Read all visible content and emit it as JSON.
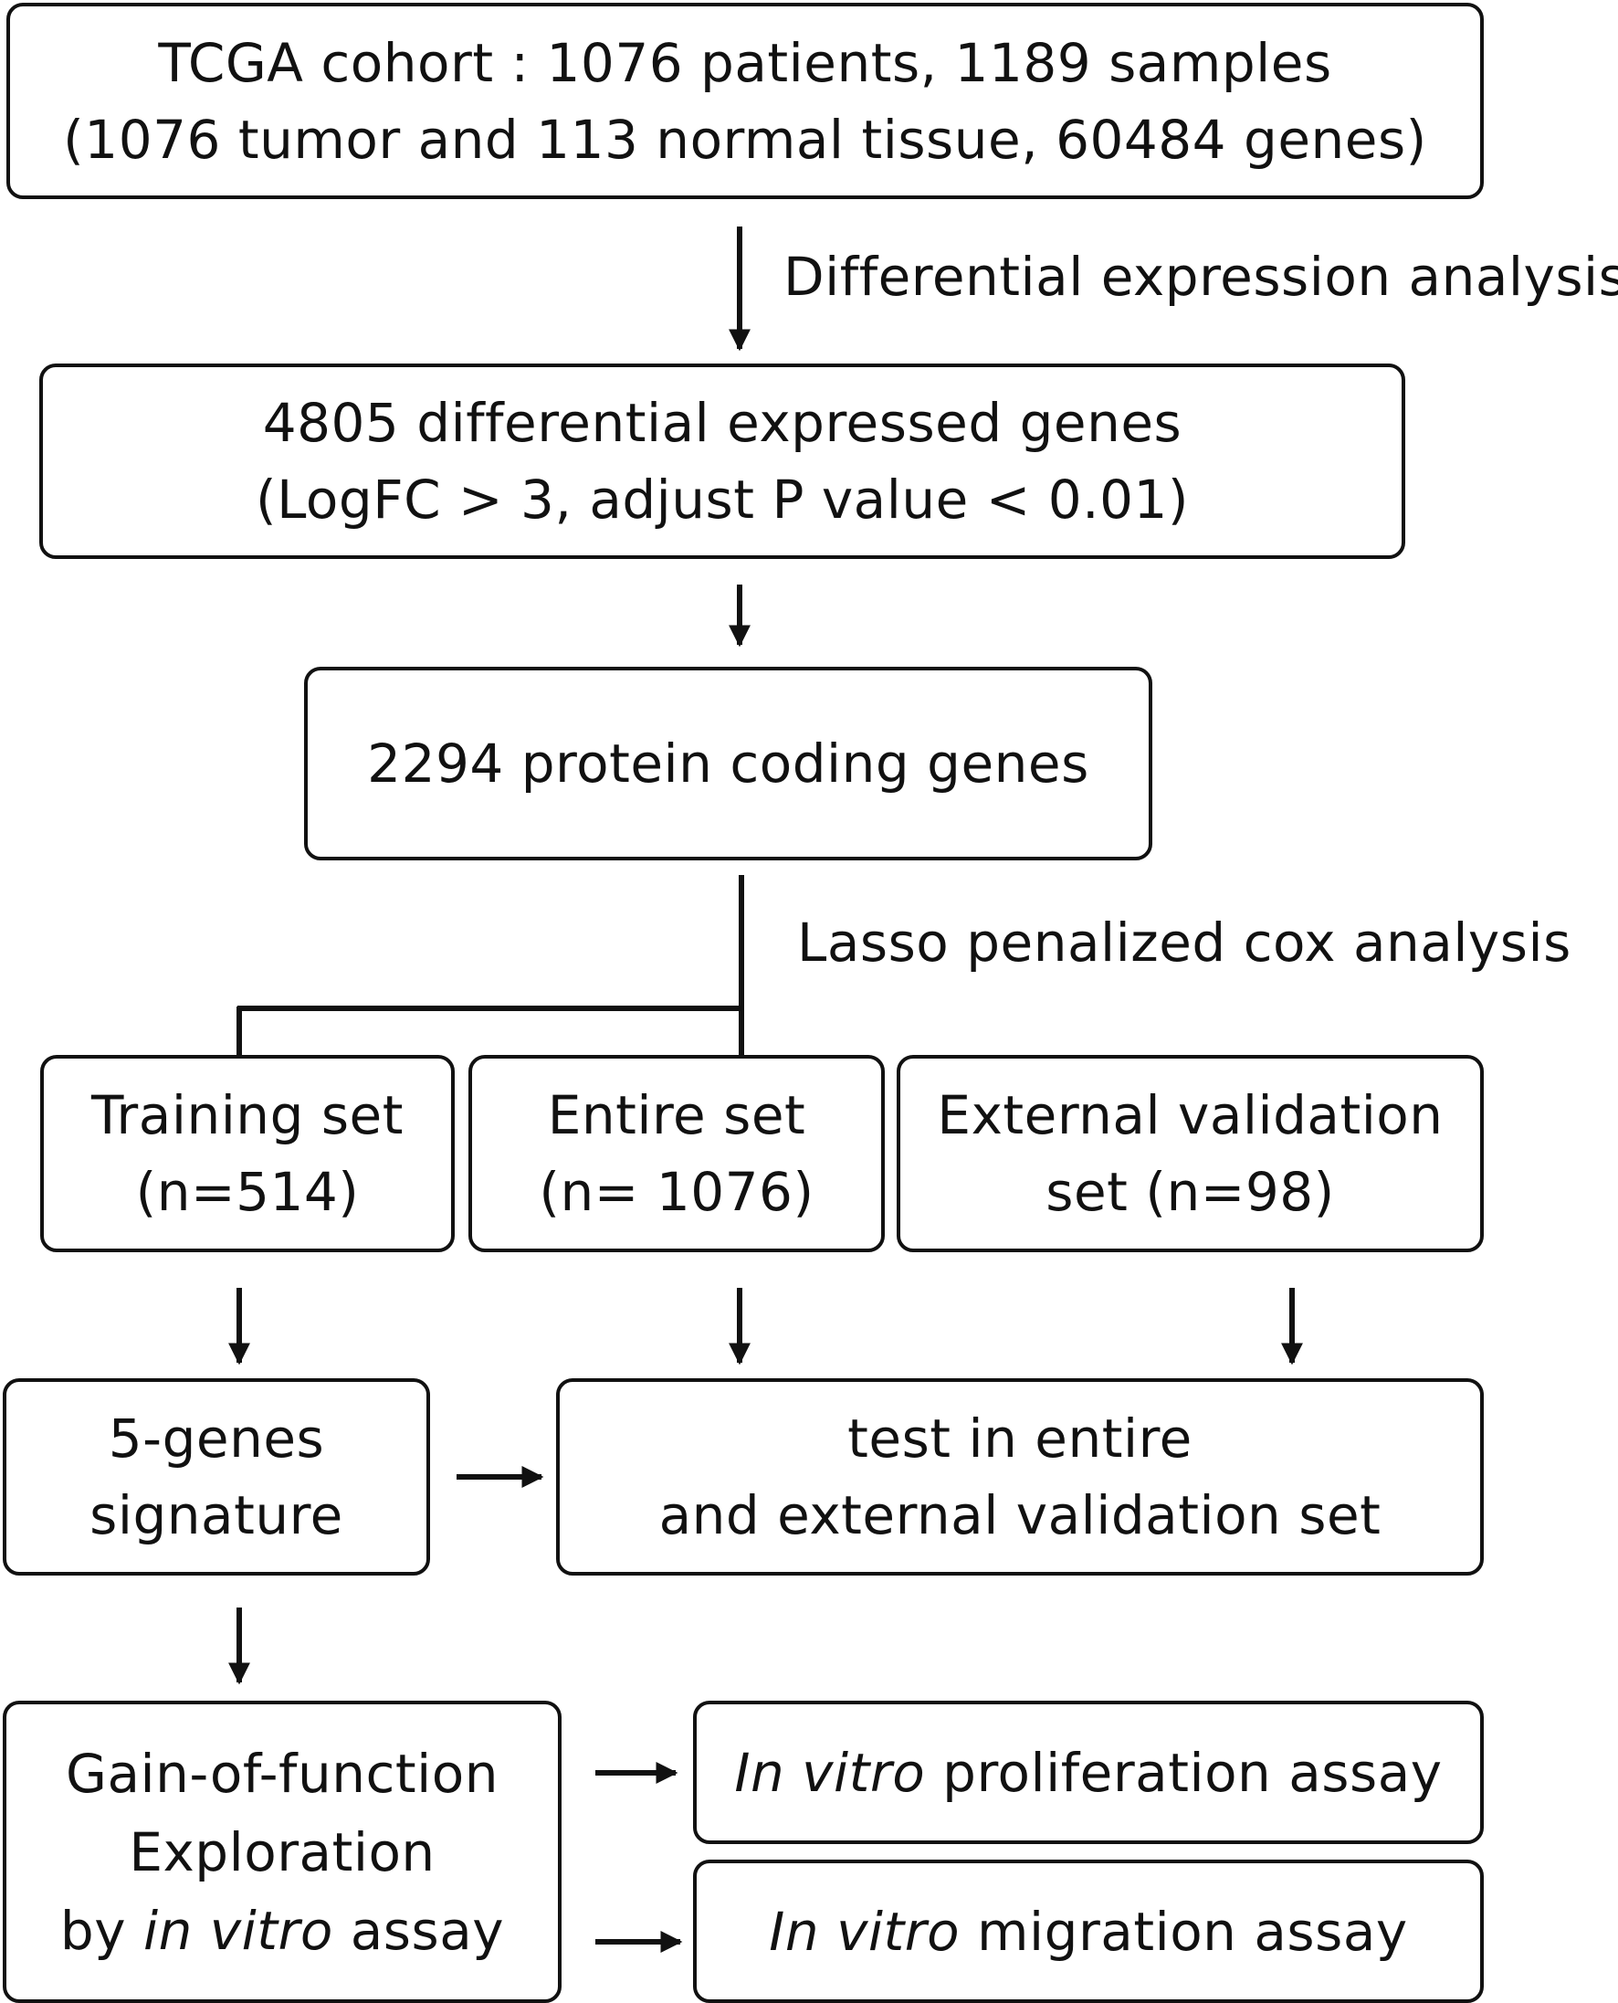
{
  "boxes": {
    "tcga_cohort": {
      "line1": "TCGA cohort : 1076 patients, 1189 samples",
      "line2": "(1076 tumor and 113 normal tissue, 60484 genes)"
    },
    "deg": {
      "line1": "4805 differential expressed genes",
      "line2": "(LogFC > 3, adjust P value < 0.01)"
    },
    "protein_coding": {
      "line1": "2294 protein coding genes"
    },
    "training_set": {
      "line1": "Training set",
      "line2": "(n=514)"
    },
    "entire_set": {
      "line1": "Entire set",
      "line2": "(n= 1076)"
    },
    "external_validation_set": {
      "line1": "External validation",
      "line2": "set (n=98)"
    },
    "five_gene_signature": {
      "line1": "5-genes",
      "line2": "signature"
    },
    "test_box": {
      "line1": "test in entire",
      "line2": "and external validation set"
    },
    "gain_of_function": {
      "line1": "Gain-of-function",
      "line2": "Exploration",
      "line3_pre": "by ",
      "line3_em": "in vitro",
      "line3_post": " assay"
    },
    "proliferation": {
      "em": "In vitro",
      "text": " proliferation assay"
    },
    "migration": {
      "em": "In vitro",
      "text": " migration assay"
    }
  },
  "step_labels": {
    "differential_expression": "Differential expression analysis",
    "lasso": "Lasso penalized cox analysis"
  },
  "colors": {
    "stroke": "#111111",
    "background": "#ffffff"
  }
}
